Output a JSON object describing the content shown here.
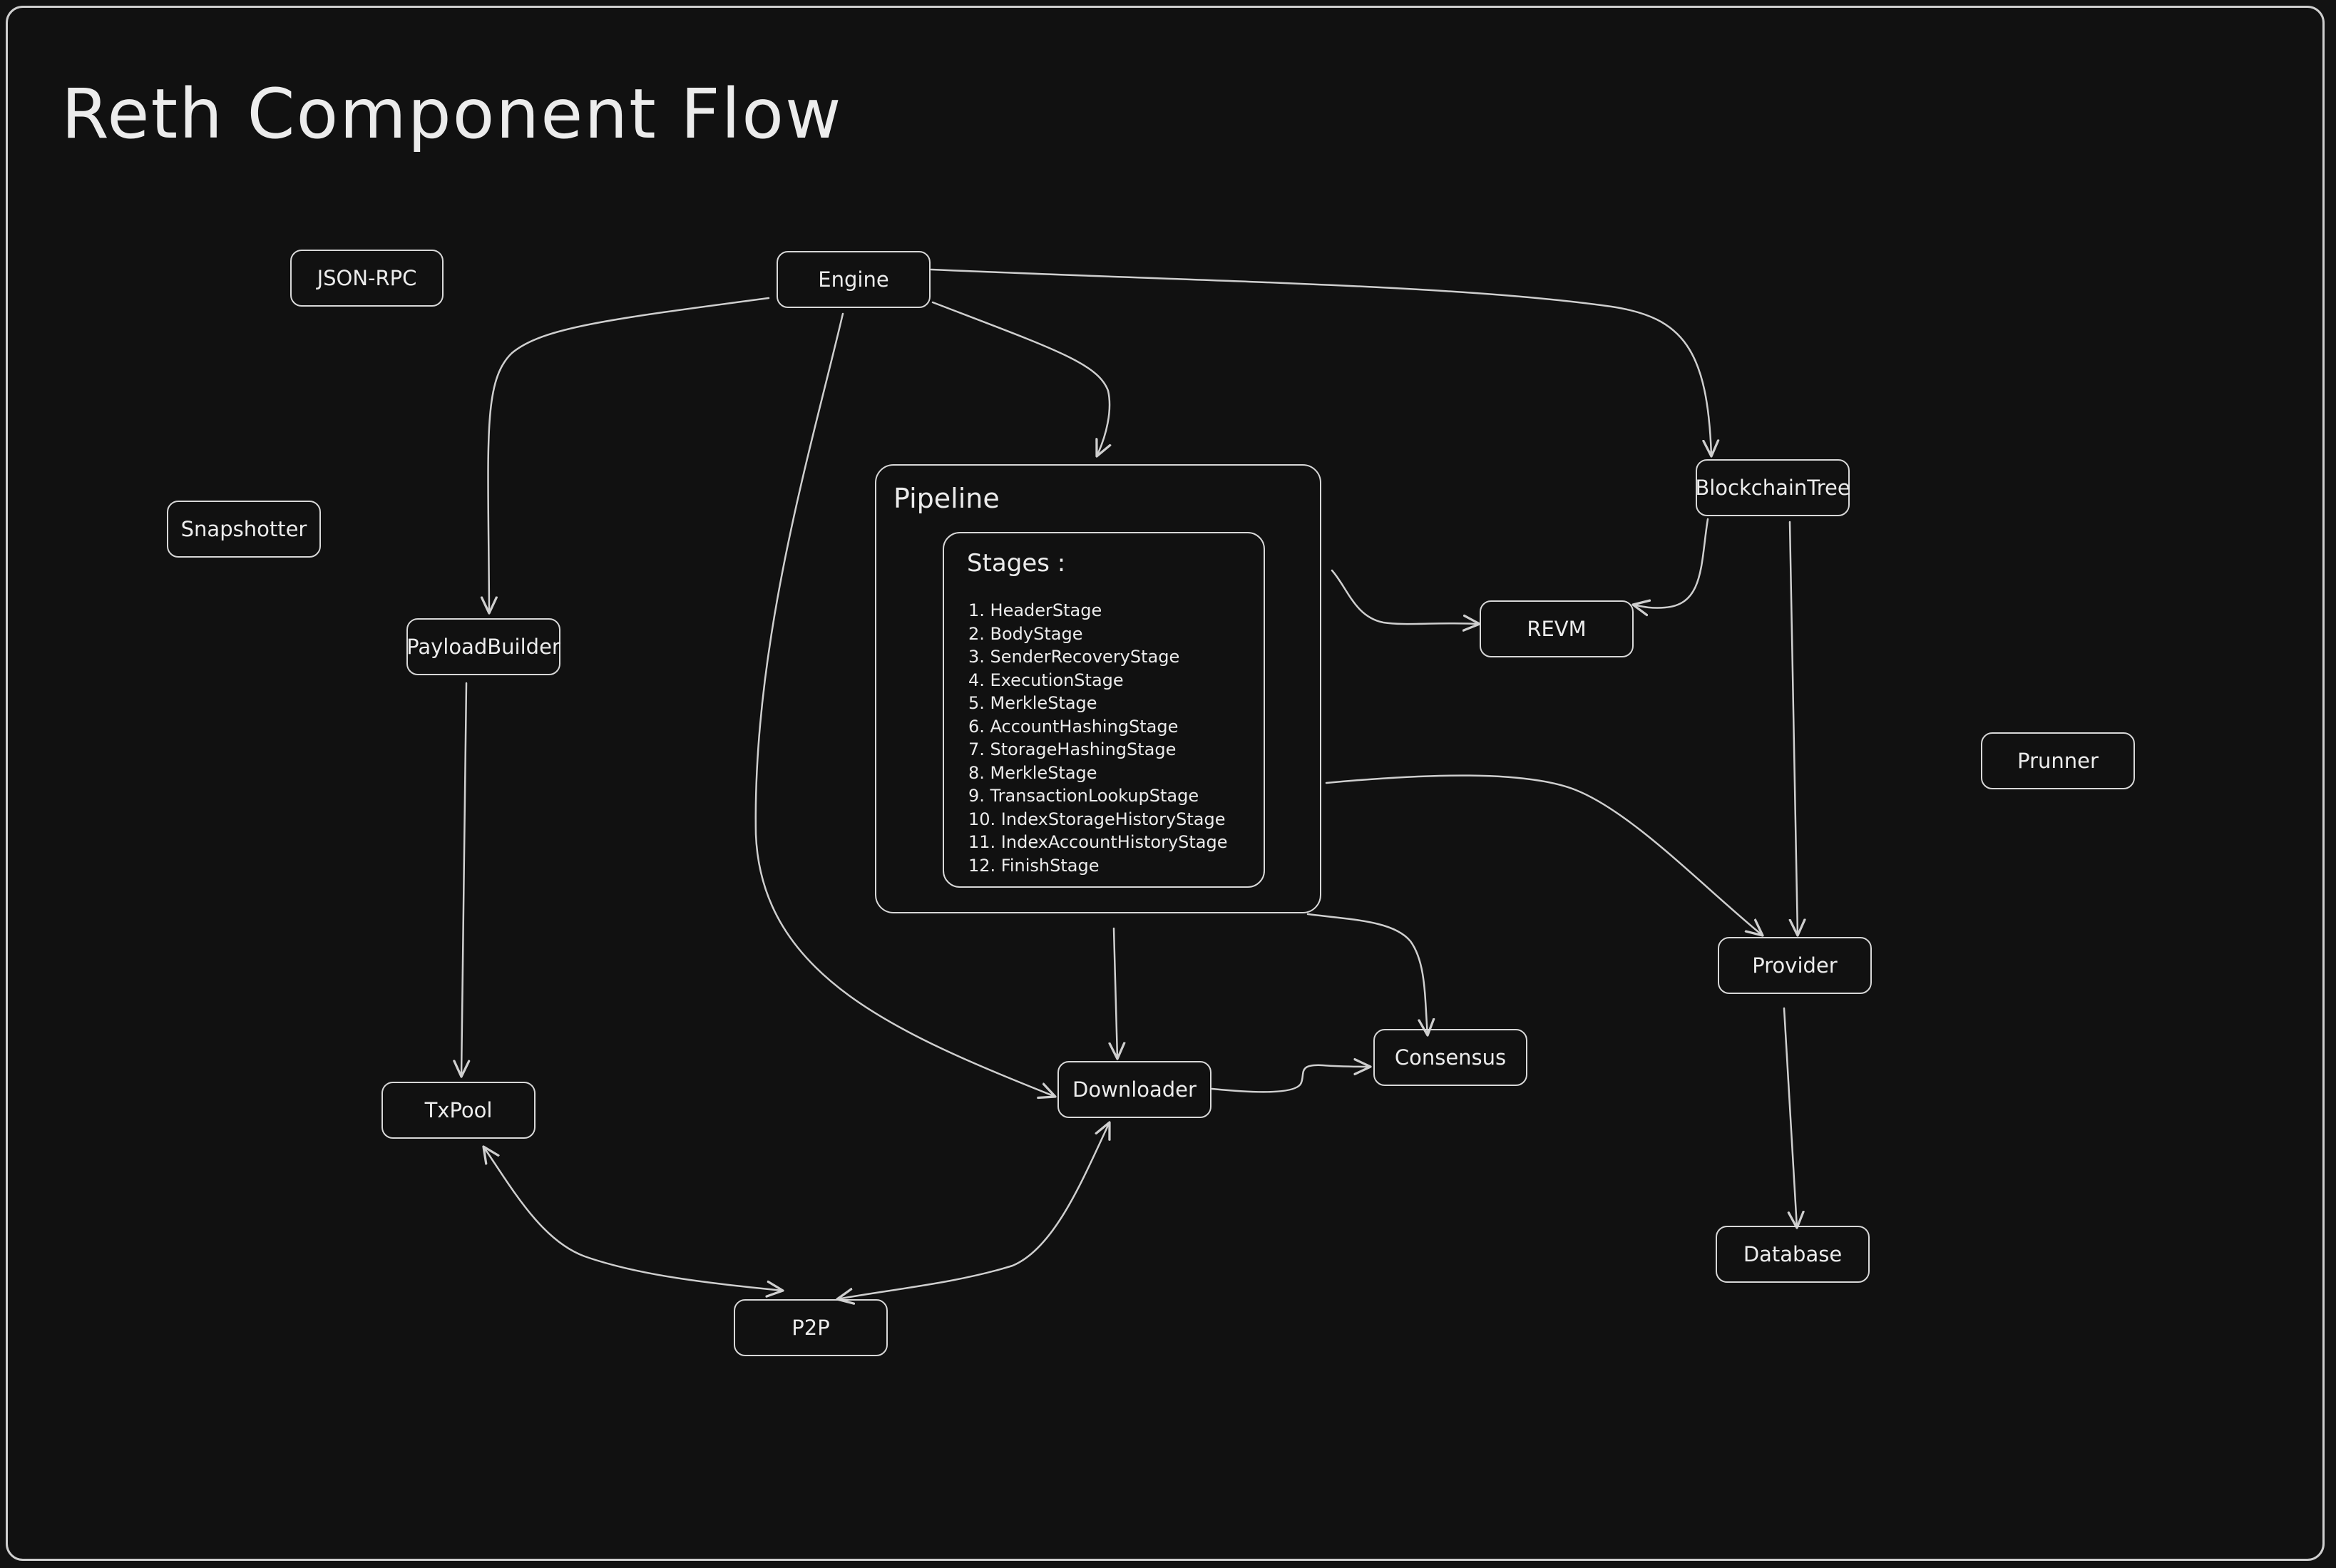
{
  "title": "Reth Component Flow",
  "nodes": {
    "json_rpc": "JSON-RPC",
    "engine": "Engine",
    "snapshotter": "Snapshotter",
    "payload_builder": "PayloadBuilder",
    "blockchain_tree": "BlockchainTree",
    "revm": "REVM",
    "pruner": "Prunner",
    "provider": "Provider",
    "consensus": "Consensus",
    "downloader": "Downloader",
    "txpool": "TxPool",
    "database": "Database",
    "p2p": "P2P"
  },
  "pipeline": {
    "label": "Pipeline",
    "stages_label": "Stages :",
    "stages": [
      "1. HeaderStage",
      "2. BodyStage",
      "3. SenderRecoveryStage",
      "4. ExecutionStage",
      "5. MerkleStage",
      "6. AccountHashingStage",
      "7. StorageHashingStage",
      "8. MerkleStage",
      "9. TransactionLookupStage",
      "10. IndexStorageHistoryStage",
      "11. IndexAccountHistoryStage",
      "12. FinishStage"
    ]
  },
  "colors": {
    "background": "#121212",
    "stroke": "#d8d8d8",
    "text": "#ececec"
  }
}
